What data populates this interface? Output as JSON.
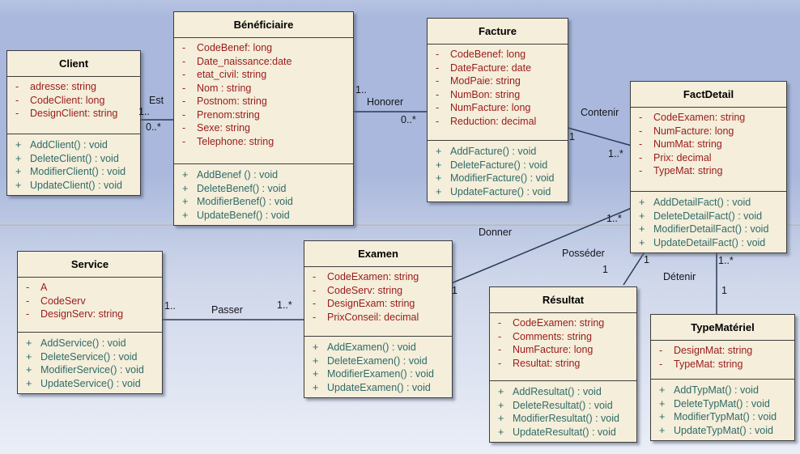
{
  "diagram": {
    "classes": [
      {
        "name": "Client",
        "attributes": [
          {
            "vis": "-",
            "text": "adresse: string"
          },
          {
            "vis": "-",
            "text": "CodeClient: long"
          },
          {
            "vis": "-",
            "text": "DesignClient: string"
          }
        ],
        "methods": [
          {
            "vis": "+",
            "text": "AddClient() : void"
          },
          {
            "vis": "+",
            "text": "DeleteClient() : void"
          },
          {
            "vis": "+",
            "text": "ModifierClient() : void"
          },
          {
            "vis": "+",
            "text": "UpdateClient() : void"
          }
        ]
      },
      {
        "name": "Bénéficiaire",
        "attributes": [
          {
            "vis": "-",
            "text": "CodeBenef: long"
          },
          {
            "vis": "-",
            "text": "Date_naissance:date"
          },
          {
            "vis": "-",
            "text": "etat_civil: string"
          },
          {
            "vis": "-",
            "text": "Nom : string"
          },
          {
            "vis": "-",
            "text": "Postnom: string"
          },
          {
            "vis": "-",
            "text": "Prenom:string"
          },
          {
            "vis": "-",
            "text": "Sexe: string"
          },
          {
            "vis": "-",
            "text": "Telephone: string"
          }
        ],
        "methods": [
          {
            "vis": "+",
            "text": "AddBenef () : void"
          },
          {
            "vis": "+",
            "text": "DeleteBenef() : void"
          },
          {
            "vis": "+",
            "text": "ModifierBenef() : void"
          },
          {
            "vis": "+",
            "text": "UpdateBenef() : void"
          }
        ]
      },
      {
        "name": "Facture",
        "attributes": [
          {
            "vis": "-",
            "text": "CodeBenef: long"
          },
          {
            "vis": "-",
            "text": "DateFacture: date"
          },
          {
            "vis": "-",
            "text": "ModPaie: string"
          },
          {
            "vis": "-",
            "text": "NumBon: string"
          },
          {
            "vis": "-",
            "text": "NumFacture: long"
          },
          {
            "vis": "-",
            "text": "Reduction: decimal"
          }
        ],
        "methods": [
          {
            "vis": "+",
            "text": "AddFacture() : void"
          },
          {
            "vis": "+",
            "text": "DeleteFacture() : void"
          },
          {
            "vis": "+",
            "text": "ModifierFacture() : void"
          },
          {
            "vis": "+",
            "text": "UpdateFacture() : void"
          }
        ]
      },
      {
        "name": "FactDetail",
        "attributes": [
          {
            "vis": "-",
            "text": "CodeExamen: string"
          },
          {
            "vis": "-",
            "text": "NumFacture: long"
          },
          {
            "vis": "-",
            "text": "NumMat: string"
          },
          {
            "vis": "-",
            "text": "Prix: decimal"
          },
          {
            "vis": "-",
            "text": "TypeMat: string"
          }
        ],
        "methods": [
          {
            "vis": "+",
            "text": "AddDetailFact() : void"
          },
          {
            "vis": "+",
            "text": "DeleteDetailFact() : void"
          },
          {
            "vis": "+",
            "text": "ModifierDetailFact() : void"
          },
          {
            "vis": "+",
            "text": "UpdateDetailFact() : void"
          }
        ]
      },
      {
        "name": "Service",
        "attributes": [
          {
            "vis": "-",
            "text": "A"
          },
          {
            "vis": "-",
            "text": "CodeServ"
          },
          {
            "vis": "-",
            "text": "DesignServ: string"
          }
        ],
        "methods": [
          {
            "vis": "+",
            "text": "AddService() : void"
          },
          {
            "vis": "+",
            "text": "DeleteService() : void"
          },
          {
            "vis": "+",
            "text": "ModifierService() : void"
          },
          {
            "vis": "+",
            "text": "UpdateService() : void"
          }
        ]
      },
      {
        "name": "Examen",
        "attributes": [
          {
            "vis": "-",
            "text": "CodeExamen: string"
          },
          {
            "vis": "-",
            "text": "CodeServ: string"
          },
          {
            "vis": "-",
            "text": "DesignExam: string"
          },
          {
            "vis": "-",
            "text": "PrixConseil: decimal"
          }
        ],
        "methods": [
          {
            "vis": "+",
            "text": "AddExamen() : void"
          },
          {
            "vis": "+",
            "text": "DeleteExamen() : void"
          },
          {
            "vis": "+",
            "text": "ModifierExamen() : void"
          },
          {
            "vis": "+",
            "text": "UpdateExamen() : void"
          }
        ]
      },
      {
        "name": "Résultat",
        "attributes": [
          {
            "vis": "-",
            "text": "CodeExamen: string"
          },
          {
            "vis": "-",
            "text": "Comments: string"
          },
          {
            "vis": "-",
            "text": "NumFacture: long"
          },
          {
            "vis": "-",
            "text": "Resultat: string"
          }
        ],
        "methods": [
          {
            "vis": "+",
            "text": "AddResultat() : void"
          },
          {
            "vis": "+",
            "text": "DeleteResultat() : void"
          },
          {
            "vis": "+",
            "text": "ModifierResultat() : void"
          },
          {
            "vis": "+",
            "text": "UpdateResultat() : void"
          }
        ]
      },
      {
        "name": "TypeMatériel",
        "attributes": [
          {
            "vis": "-",
            "text": "DesignMat: string"
          },
          {
            "vis": "-",
            "text": "TypeMat: string"
          }
        ],
        "methods": [
          {
            "vis": "+",
            "text": "AddTypMat() : void"
          },
          {
            "vis": "+",
            "text": "DeleteTypMat() : void"
          },
          {
            "vis": "+",
            "text": "ModifierTypMat() : void"
          },
          {
            "vis": "+",
            "text": "UpdateTypMat() : void"
          }
        ]
      }
    ],
    "relations": [
      {
        "label": "Est",
        "end1": "1..",
        "end2": "0..*"
      },
      {
        "label": "Honorer",
        "end1": "1..",
        "end2": "0..*"
      },
      {
        "label": "Contenir",
        "end1": "1",
        "end2": "1..*"
      },
      {
        "label": "Donner",
        "end1": "1..*",
        "end2": "1"
      },
      {
        "label": "Passer",
        "end1": "1..",
        "end2": "1..*"
      },
      {
        "label": "Posséder",
        "end1": "1",
        "end2": "1"
      },
      {
        "label": "Détenir",
        "end1": "1..*",
        "end2": "1"
      }
    ],
    "colors": {
      "background_top": "#a9b8dc",
      "background_bottom": "#eaeef7",
      "box_fill": "#f4eeda",
      "box_border": "#3c3c3c",
      "attribute_text": "#9a1b1b",
      "method_text": "#2f6b68",
      "association_line": "#2b3a55"
    }
  }
}
